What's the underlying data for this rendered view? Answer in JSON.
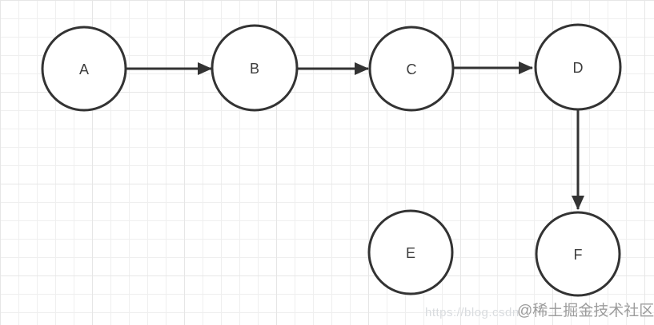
{
  "canvas": {
    "background_color": "#ffffff",
    "grid_minor_color": "#efefef",
    "grid_major_color": "#e6e6e6"
  },
  "diagram": {
    "node_fill_color": "#ffffff",
    "node_stroke_color": "#333333",
    "edge_color": "#333333",
    "nodes": [
      {
        "id": "A",
        "label": "A"
      },
      {
        "id": "B",
        "label": "B"
      },
      {
        "id": "C",
        "label": "C"
      },
      {
        "id": "D",
        "label": "D"
      },
      {
        "id": "E",
        "label": "E"
      },
      {
        "id": "F",
        "label": "F"
      }
    ],
    "edges": [
      {
        "from": "A",
        "to": "B",
        "direction": "right"
      },
      {
        "from": "B",
        "to": "C",
        "direction": "right"
      },
      {
        "from": "C",
        "to": "D",
        "direction": "right"
      },
      {
        "from": "D",
        "to": "F",
        "direction": "down"
      }
    ]
  },
  "watermarks": {
    "url_text": "https://blog.csdn",
    "url_color": "#d9dcdf",
    "community_text": "@稀土掘金技术社区",
    "community_color": "#9c9c9c"
  }
}
